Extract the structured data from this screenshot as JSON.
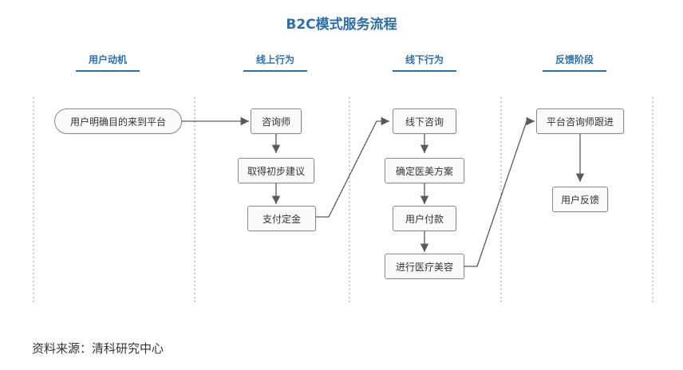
{
  "title": "B2C模式服务流程",
  "lanes": [
    {
      "label": "用户动机"
    },
    {
      "label": "线上行为"
    },
    {
      "label": "线下行为"
    },
    {
      "label": "反馈阶段"
    }
  ],
  "nodes": {
    "user_arrival": "用户明确目的来到平台",
    "consultant": "咨询师",
    "initial_advice": "取得初步建议",
    "deposit": "支付定金",
    "offline_consult": "线下咨询",
    "plan": "确定医美方案",
    "payment": "用户付款",
    "treatment": "进行医疗美容",
    "followup": "平台咨询师跟进",
    "feedback": "用户反馈"
  },
  "source": "资料来源：清科研究中心",
  "colors": {
    "accent": "#2d6fae",
    "border": "#8a8a8a",
    "arrow": "#5a5a5a",
    "divider": "#9a9a9a"
  }
}
